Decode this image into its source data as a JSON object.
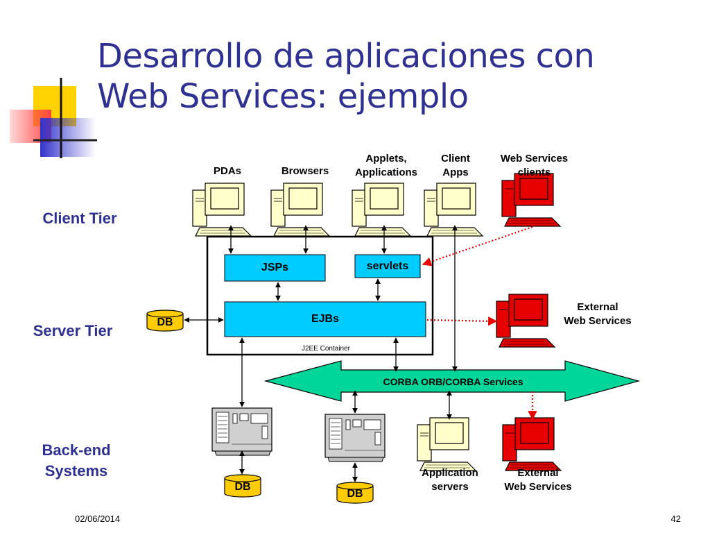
{
  "slide": {
    "title_line1": "Desarrollo de aplicaciones con",
    "title_line2": "Web Services: ejemplo",
    "date": "02/06/2014",
    "page_number": "42"
  },
  "tiers": {
    "client": "Client Tier",
    "server": "Server Tier",
    "backend": "Back-end\nSystems"
  },
  "clients": [
    {
      "label": "PDAs",
      "icon": "computer-icon"
    },
    {
      "label": "Browsers",
      "icon": "computer-icon"
    },
    {
      "label": "Applets,\nApplications",
      "icon": "computer-icon"
    },
    {
      "label": "Client\nApps",
      "icon": "computer-icon"
    },
    {
      "label": "Web Services\nclients",
      "icon": "red-computer-icon"
    }
  ],
  "server": {
    "jsps": "JSPs",
    "servlets": "servlets",
    "ejbs": "EJBs",
    "container": "J2EE Container",
    "db": "DB",
    "external_ws": "External\nWeb Services"
  },
  "bus": {
    "label": "CORBA ORB/CORBA Services"
  },
  "backend": {
    "db1": "DB",
    "db2": "DB",
    "app_servers": "Application\nservers",
    "external_ws": "External\nWeb Services"
  },
  "colors": {
    "title": "#2e3192",
    "box_fill": "#00ccff",
    "bus_fill": "#00d59a",
    "db_fill": "#ffcc00",
    "red_computer": "#e60000",
    "computer_fill": "#ffffcc"
  }
}
